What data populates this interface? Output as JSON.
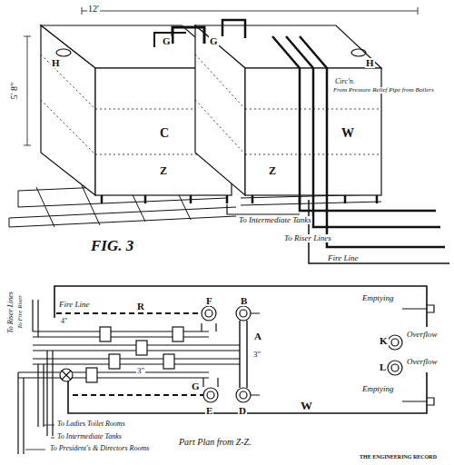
{
  "diagram": {
    "caption": "Part Plan from Z-Z.",
    "labels": [
      "12'",
      "5' 8\"",
      "G",
      "G",
      "H",
      "H",
      "C",
      "W",
      "Z",
      "Z",
      "Circ'n.",
      "From Pressure Relief Pipe from Boilers",
      "To Intermediate Tanks",
      "To Riser Lines",
      "Fire Line",
      "FIG. 3",
      "Fire Line",
      "4\"",
      "R",
      "F",
      "B",
      "A",
      "3\"",
      "Emptying",
      "Overflow",
      "K",
      "L",
      "Overflow",
      "Emptying",
      "W",
      "E",
      "D",
      "G",
      "3\"",
      "To Riser Lines",
      "To Fire Riser",
      "To Ladies Toilet Rooms",
      "To Intermediate Tanks",
      "To President's & Directors Rooms",
      "THE ENGINEERING RECORD"
    ]
  }
}
